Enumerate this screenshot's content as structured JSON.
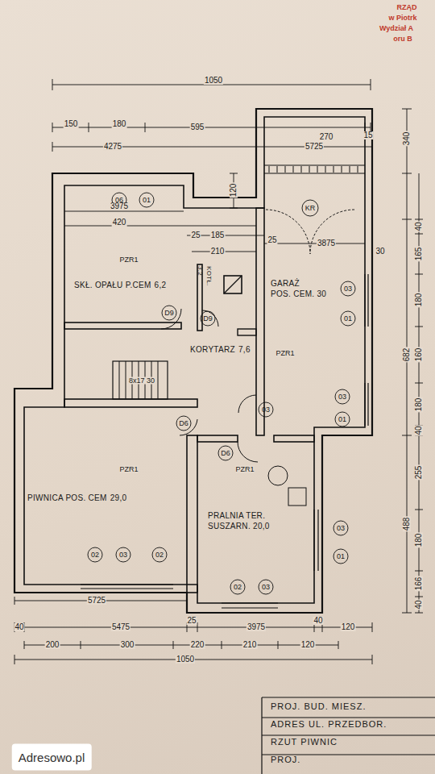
{
  "diagram": {
    "nodes": [
      {
        "text": [
          "SKŁ. OPAŁU P.CEM",
          "6,2"
        ]
      },
      {
        "text": [
          "KOTŁ.",
          "3,2"
        ]
      },
      {
        "text": [
          "GARAŻ",
          "POS. CEM. 30"
        ]
      },
      {
        "text": [
          "KORYTARZ",
          "7,6"
        ]
      },
      {
        "text": [
          "PIWNICA POS. CEM",
          "29,0"
        ]
      },
      {
        "text": [
          "PRALNIA TER.",
          "SUSZARN. 20,0"
        ]
      },
      {
        "text": [
          "PROJ. BUD. MIESZ.",
          "ADRES UL. PRZEDBOR.",
          "RZUT PIWNIC",
          "PROJ."
        ]
      }
    ],
    "labels": [
      "1050",
      "150",
      "180",
      "595",
      "270",
      "15",
      "4275",
      "5725",
      "340",
      "120",
      "3975",
      "420",
      "25",
      "185",
      "210",
      "25",
      "3875",
      "30",
      "40",
      "165",
      "180",
      "682",
      "160",
      "180",
      "40",
      "255",
      "488",
      "180",
      "166",
      "40",
      "5725",
      "40",
      "5475",
      "25",
      "3975",
      "40",
      "120",
      "200",
      "300",
      "220",
      "210",
      "120",
      "1050",
      "06",
      "01",
      "D9",
      "D9",
      "03",
      "01",
      "03",
      "01",
      "D6",
      "D6",
      "03",
      "03",
      "01",
      "02",
      "03",
      "02",
      "03",
      "02",
      "KR",
      "8x17 30",
      "PZR1",
      "PZR1",
      "PZR1",
      "PZR1",
      "RZĄD",
      "w Piotrk",
      "Wydział A",
      "oru B",
      "Adresowo.pl"
    ]
  }
}
